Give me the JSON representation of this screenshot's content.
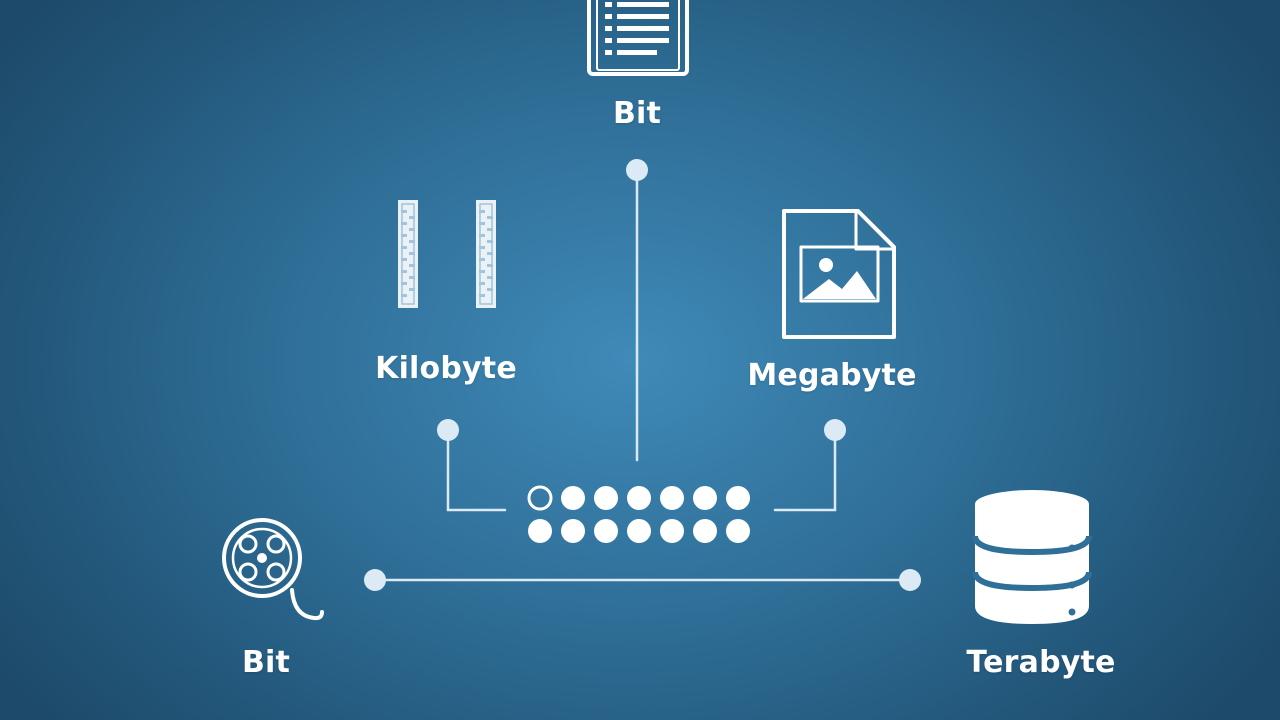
{
  "diagram": {
    "labels": {
      "top_node": "Bit",
      "left_node": "Kilobyte",
      "right_node": "Megabyte",
      "bottom_left_node": "Bit",
      "bottom_right_node": "Terabyte"
    },
    "icons": {
      "top_node": "document-list-icon",
      "left_node": "memory-stick-icon",
      "right_node": "image-file-icon",
      "bottom_left_node": "film-reel-icon",
      "bottom_right_node": "database-icon",
      "center": "dot-grid-icon"
    },
    "colors": {
      "background": "#2f6f98",
      "foreground": "#ffffff",
      "connector": "#dbeaf4"
    }
  }
}
